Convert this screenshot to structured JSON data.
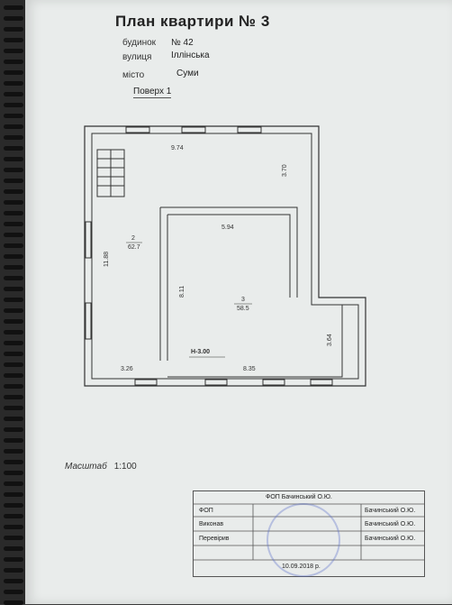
{
  "title": "План квартири № 3",
  "info": {
    "building_label": "будинок",
    "building_value": "№ 42",
    "street_label": "вулиця",
    "street_value": "Іллінська",
    "city_label": "місто",
    "city_value": "Суми",
    "floor": "Поверх 1"
  },
  "plan": {
    "dims": {
      "top_width": "9.74",
      "right_upper": "3.70",
      "inner_top": "5.94",
      "left_height": "11.88",
      "inner_left": "8.11",
      "right_lower": "3.64",
      "bottom_left": "3.26",
      "bottom_right": "8.35"
    },
    "rooms": [
      {
        "number": "2",
        "area": "62.7"
      },
      {
        "number": "3",
        "area": "58.5"
      }
    ],
    "ceiling_height": "H-3.00"
  },
  "scale": {
    "label": "Масштаб",
    "value": "1:100"
  },
  "stamp": {
    "header": "ФОП Бачинський О.Ю.",
    "rows": [
      {
        "label": "ФОП",
        "name": "Бачинський О.Ю."
      },
      {
        "label": "Виконав",
        "name": "Бачинський О.Ю."
      },
      {
        "label": "Перевірив",
        "name": "Бачинський О.Ю."
      }
    ],
    "date": "10.09.2018 р."
  }
}
